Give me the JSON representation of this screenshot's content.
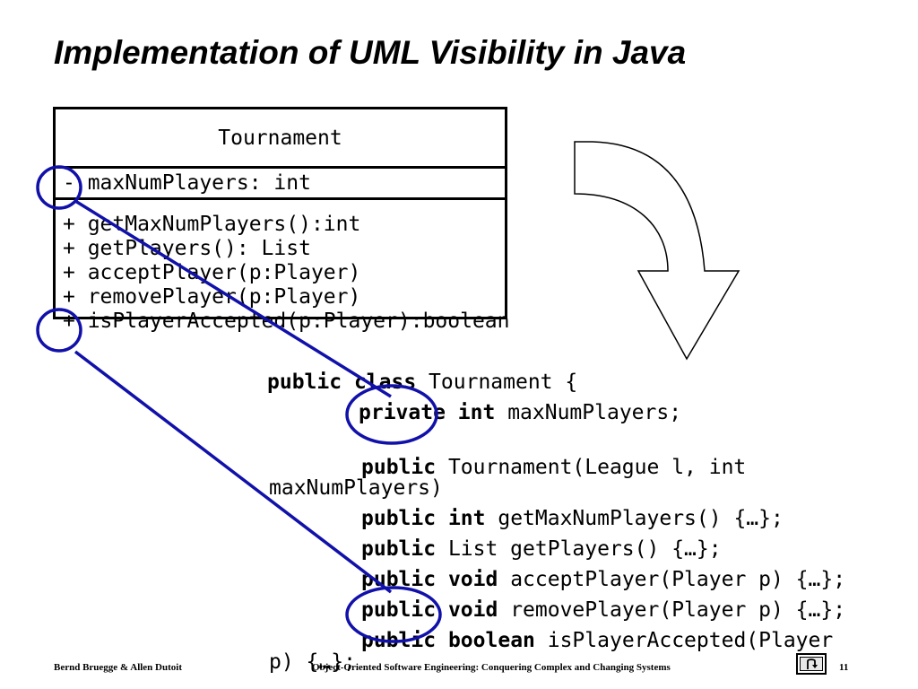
{
  "slide": {
    "title": "Implementation of UML Visibility in Java"
  },
  "uml_class": {
    "name": "Tournament",
    "attribute": "- maxNumPlayers: int",
    "operations": [
      "+ getMaxNumPlayers():int",
      "+ getPlayers(): List",
      "+ acceptPlayer(p:Player)",
      "+ removePlayer(p:Player)",
      "+ isPlayerAccepted(p:Player):boolean"
    ]
  },
  "code": {
    "class_kw1": "public",
    "class_kw2": "class",
    "class_rest": " Tournament {",
    "field_kw1": "private",
    "field_kw2": "int",
    "field_rest": " maxNumPlayers;",
    "ctor_kw": "public",
    "ctor_rest": " Tournament(League l, int",
    "ctor_wrap": "maxNumPlayers)",
    "m1_kw1": "public",
    "m1_kw2": "int",
    "m1_rest": " getMaxNumPlayers() {…};",
    "m2_kw1": "public",
    "m2_rest": " List getPlayers() {…};",
    "m3_kw1": "public",
    "m3_kw2": "void",
    "m3_rest": " acceptPlayer(Player p) {…};",
    "m4_kw1": "public",
    "m4_kw2": "void",
    "m4_rest": " removePlayer(Player p) {…};",
    "m5_kw1": "public",
    "m5_kw2": "boolean",
    "m5_rest": " isPlayerAccepted(Player",
    "m5_wrap": "p) {…};"
  },
  "footer": {
    "authors": "Bernd Bruegge & Allen Dutoit",
    "book": "Object-Oriented Software Engineering: Conquering Complex and Changing Systems",
    "page": "11"
  },
  "colors": {
    "annotation": "#1111aa"
  },
  "icons": {
    "transform_arrow": "down-arrow-icon",
    "nav": "return-arrow-icon"
  }
}
